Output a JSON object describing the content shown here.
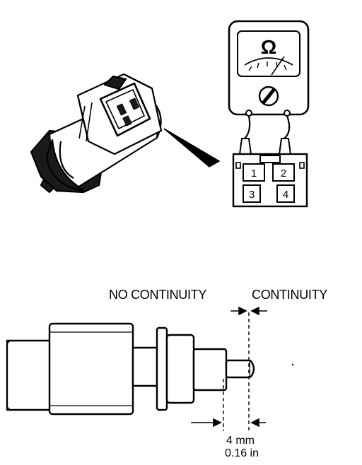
{
  "meter": {
    "symbol": "Ω"
  },
  "connector": {
    "pins": [
      "1",
      "2",
      "3",
      "4"
    ]
  },
  "labels": {
    "no_continuity": "NO CONTINUITY",
    "continuity": "CONTINUITY"
  },
  "dimension": {
    "metric": "4 mm",
    "imperial": "0.16 in"
  },
  "colors": {
    "ink": "#000000",
    "paper": "#ffffff"
  }
}
